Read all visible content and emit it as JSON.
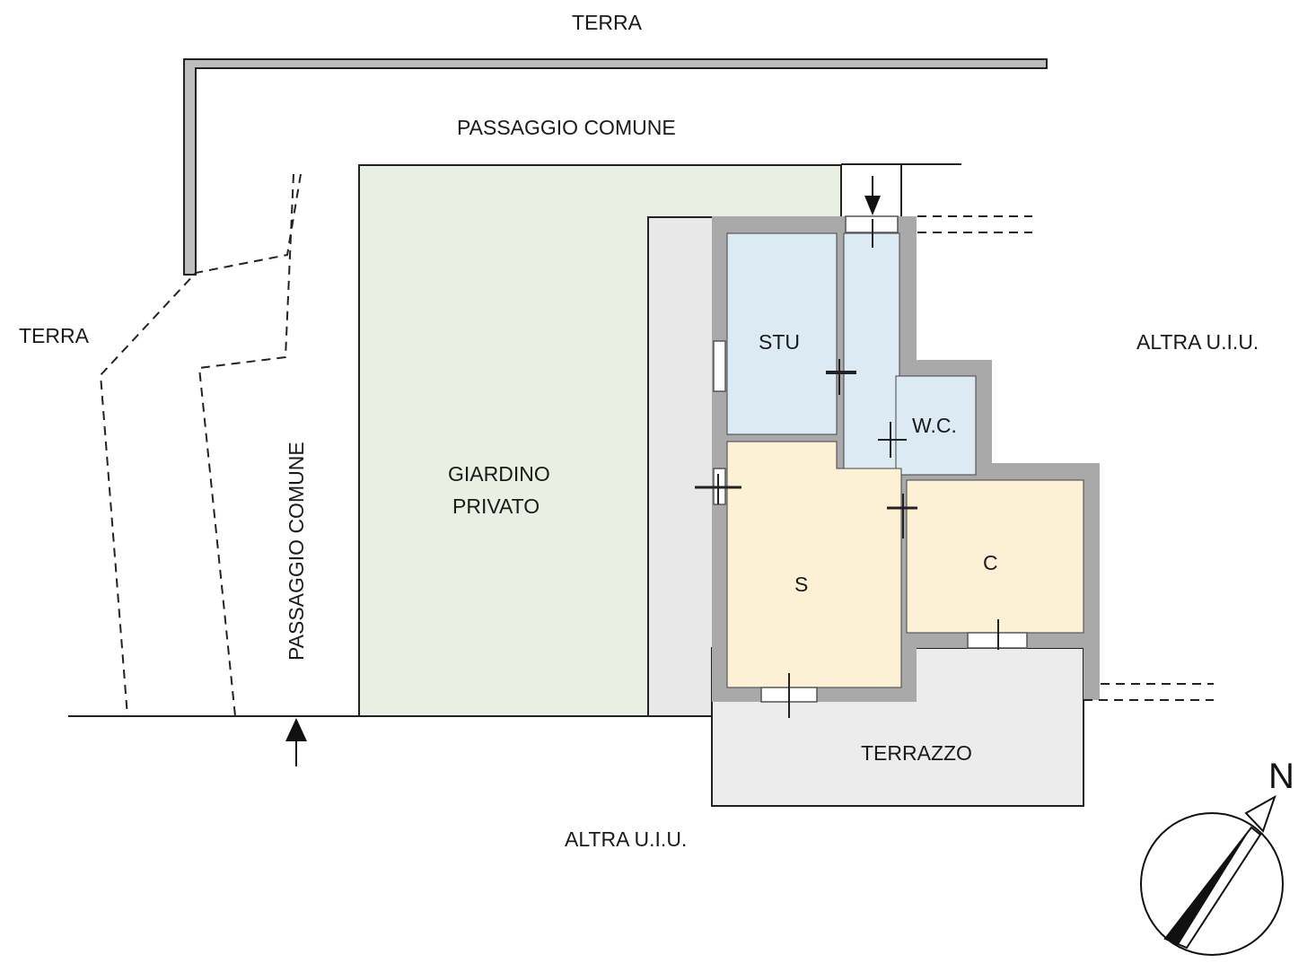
{
  "labels": {
    "terra_top": "TERRA",
    "terra_left": "TERRA",
    "passaggio_comune_top": "PASSAGGIO COMUNE",
    "passaggio_comune_left": "PASSAGGIO COMUNE",
    "giardino_line1": "GIARDINO",
    "giardino_line2": "PRIVATO",
    "altra_uiu_right": "ALTRA U.I.U.",
    "altra_uiu_bottom": "ALTRA U.I.U.",
    "terrazzo": "TERRAZZO",
    "north": "N"
  },
  "rooms": {
    "stu": "STU",
    "wc": "W.C.",
    "s": "S",
    "c": "C"
  },
  "colors": {
    "garden": "#e9f0e3",
    "blue_room": "#dbeaf3",
    "yellow_room": "#fcf1d4",
    "terrace": "#ececec",
    "corridor": "#e8e8e8",
    "wall": "#a9a9a9"
  }
}
